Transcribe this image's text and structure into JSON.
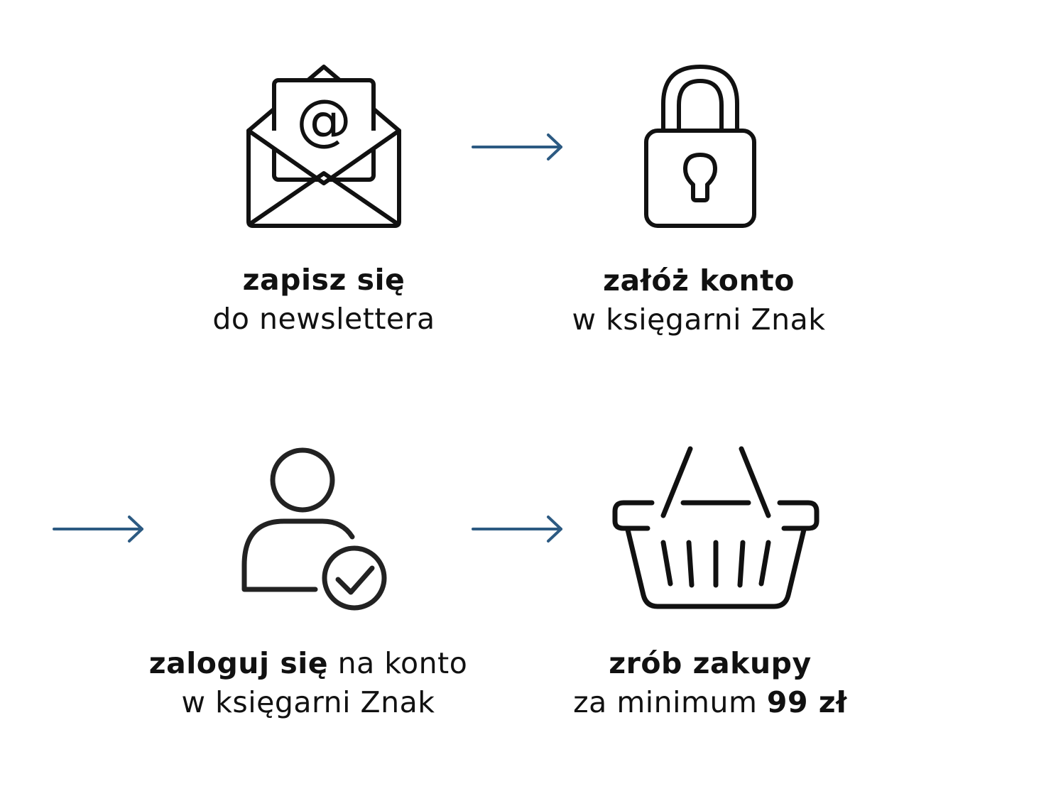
{
  "colors": {
    "arrow": "#2c5a82",
    "icon": "#111111",
    "text": "#111111"
  },
  "steps": [
    {
      "icon": "envelope-at-icon",
      "bold": "zapisz się",
      "line2": "do newslettera"
    },
    {
      "icon": "padlock-icon",
      "bold": "załóż konto",
      "line2": "w księgarni Znak"
    },
    {
      "icon": "user-check-icon",
      "bold": "zaloguj się",
      "line1_rest": " na konto",
      "line2": "w księgarni Znak"
    },
    {
      "icon": "shopping-basket-icon",
      "bold": "zrób zakupy",
      "line2_pre": "za minimum ",
      "line2_bold": "99 zł"
    }
  ],
  "arrows": [
    "arrow-right-icon",
    "arrow-right-icon",
    "arrow-right-icon"
  ]
}
